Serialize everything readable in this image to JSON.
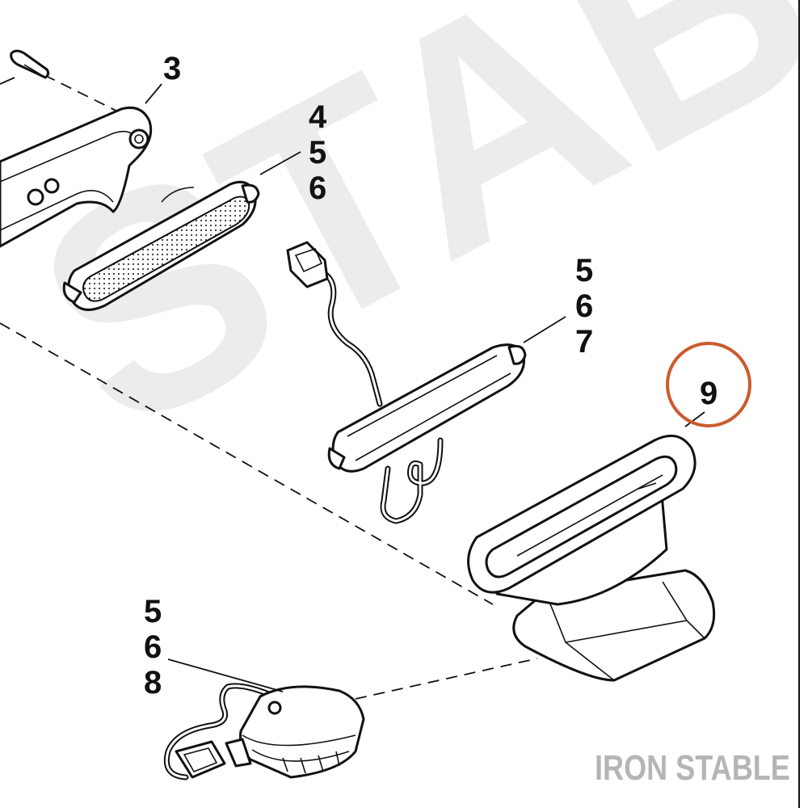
{
  "watermark": "STABLE",
  "brand": "IRON STABLE",
  "callouts": {
    "c3": "3",
    "c4": "4",
    "c5a": "5",
    "c6a": "6",
    "c5b": "5",
    "c6b": "6",
    "c7": "7",
    "c9": "9",
    "c5c": "5",
    "c6c": "6",
    "c8": "8"
  },
  "colors": {
    "highlight": "#cc5a2c",
    "line": "#111111",
    "watermark": "#ececec"
  }
}
